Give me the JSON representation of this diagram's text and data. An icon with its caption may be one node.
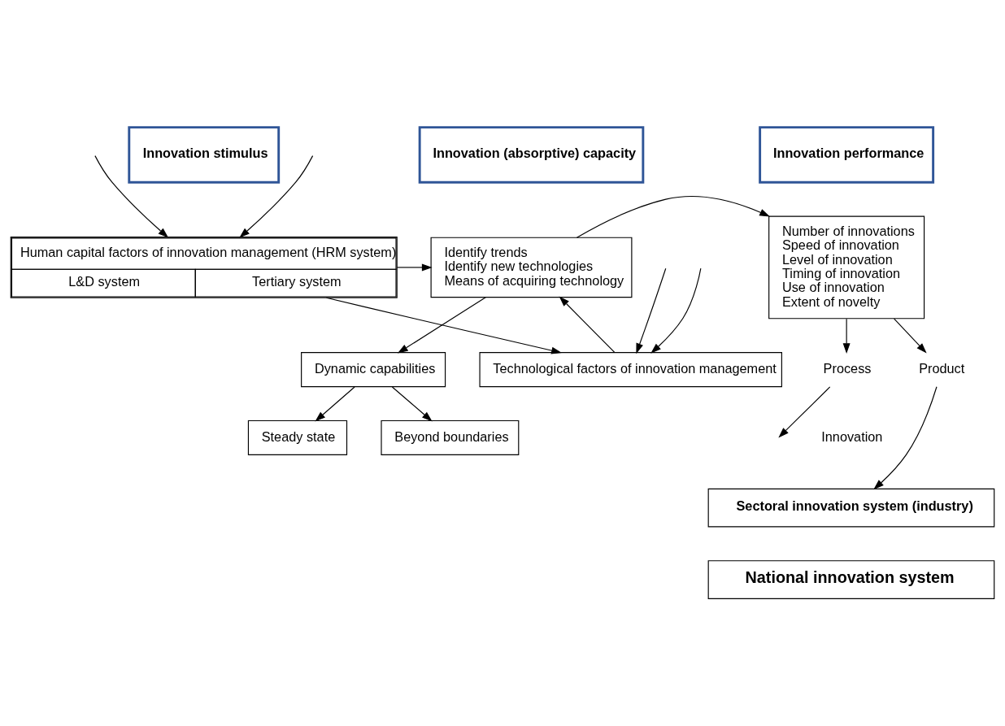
{
  "diagram": {
    "nodes": [
      {
        "text": [
          "Innovation stimulus"
        ]
      },
      {
        "text": [
          "Innovation (absorptive) capacity"
        ]
      },
      {
        "text": [
          "Innovation performance"
        ]
      },
      {
        "text": [
          "Human capital factors of innovation management (HRM system)",
          "L&D system",
          "Tertiary system"
        ]
      },
      {
        "text": [
          "Technological factors of innovation management"
        ]
      },
      {
        "text": [
          "Identify trends",
          "Identify new technologies",
          "Means of acquiring technology"
        ]
      },
      {
        "text": [
          "Dynamic capabilities"
        ]
      },
      {
        "text": [
          "Steady state"
        ]
      },
      {
        "text": [
          "Beyond boundaries"
        ]
      },
      {
        "text": [
          "Number of innovations",
          "Speed of innovation",
          "Level of innovation",
          "Timing of innovation",
          "Use of innovation",
          "Extent of novelty"
        ]
      },
      {
        "text": [
          "Product"
        ]
      },
      {
        "text": [
          "Process"
        ]
      },
      {
        "text": [
          "Sectoral innovation system (industry)"
        ]
      },
      {
        "text": [
          "National innovation system"
        ]
      }
    ],
    "edges": [
      {
        "from": null,
        "to": 3,
        "arrow": "to"
      },
      {
        "from": null,
        "to": 3,
        "arrow": "to"
      },
      {
        "from": null,
        "to": 4,
        "arrow": "to"
      },
      {
        "from": null,
        "to": 4,
        "arrow": "to"
      },
      {
        "from": 3,
        "to": 4,
        "arrow": "to"
      },
      {
        "from": 3,
        "to": 5,
        "arrow": "to"
      },
      {
        "from": 4,
        "to": 5,
        "arrow": "to"
      },
      {
        "from": 5,
        "to": 6,
        "arrow": "to"
      },
      {
        "from": 6,
        "to": 7,
        "arrow": "to"
      },
      {
        "from": 6,
        "to": 8,
        "arrow": "to"
      },
      {
        "from": 5,
        "to": 9,
        "arrow": "to"
      },
      {
        "from": 9,
        "to": 10,
        "arrow": "to"
      },
      {
        "from": 9,
        "to": 11,
        "arrow": "to"
      },
      {
        "from": 10,
        "to": 12,
        "arrow": "to"
      },
      {
        "from": 11,
        "to": null,
        "arrow": "to"
      }
    ],
    "labels": [
      "Innovation"
    ]
  }
}
